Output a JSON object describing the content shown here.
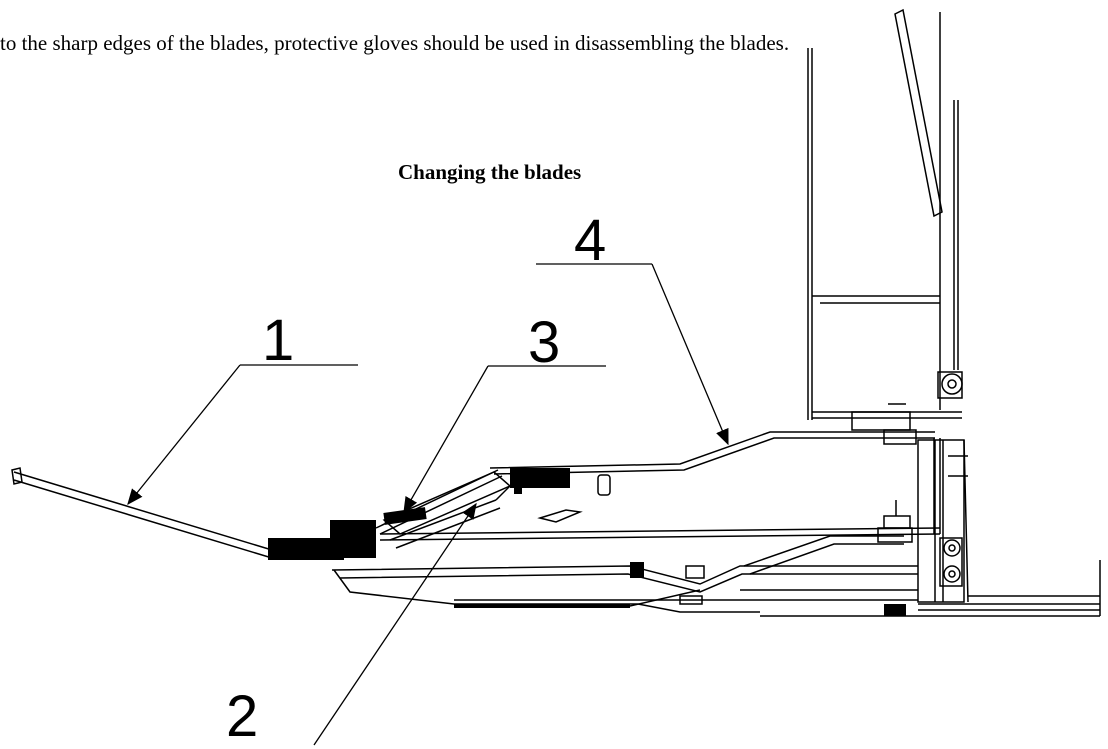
{
  "intro_text": "to the sharp edges of the blades, protective gloves should be used in disassembling the blades.",
  "figure": {
    "title": "Changing the blades",
    "callouts": [
      {
        "id": "1",
        "label": "1"
      },
      {
        "id": "2",
        "label": "2"
      },
      {
        "id": "3",
        "label": "3"
      },
      {
        "id": "4",
        "label": "4"
      }
    ]
  }
}
